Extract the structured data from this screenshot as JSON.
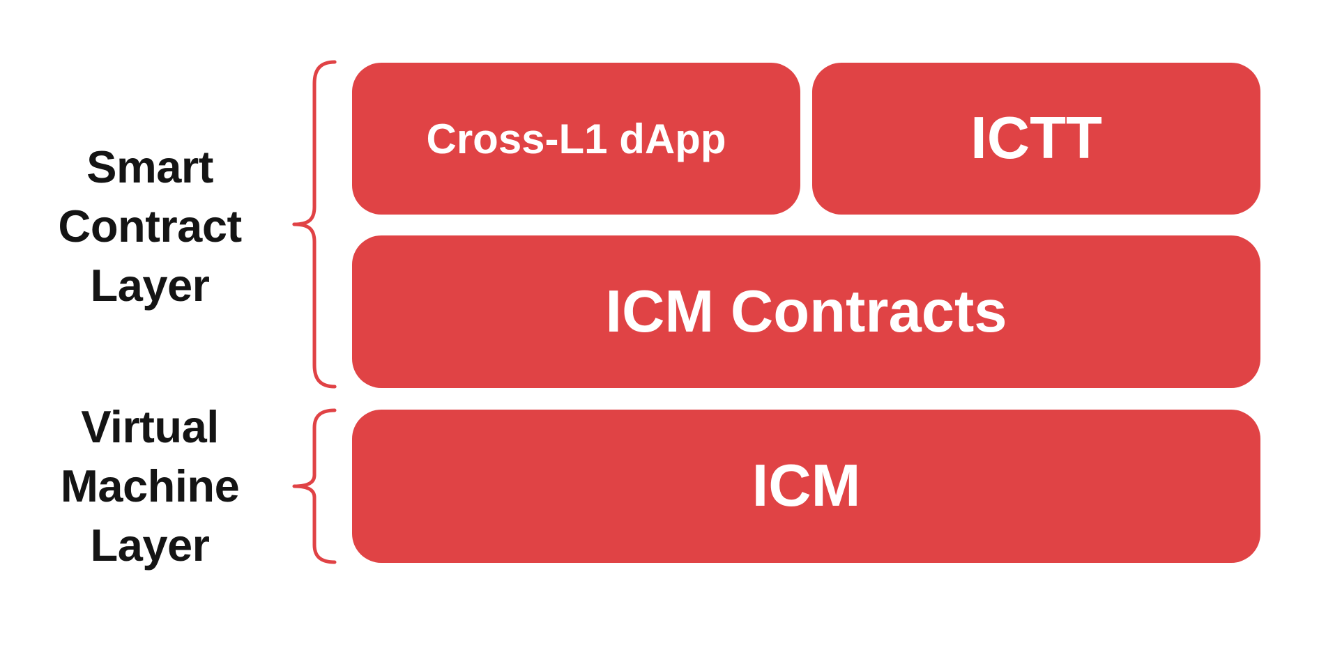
{
  "labels": {
    "smart_contract": {
      "line1": "Smart",
      "line2": "Contract",
      "line3": "Layer"
    },
    "virtual_machine": {
      "line1": "Virtual",
      "line2": "Machine",
      "line3": "Layer"
    }
  },
  "boxes": {
    "cross_l1_dapp": "Cross-L1 dApp",
    "ictt": "ICTT",
    "icm_contracts": "ICM Contracts",
    "icm": "ICM"
  },
  "colors": {
    "box_red": "#e04345",
    "brace_red": "#e04245",
    "text_white": "#ffffff",
    "label_black": "#141414",
    "background": "#ffffff"
  }
}
